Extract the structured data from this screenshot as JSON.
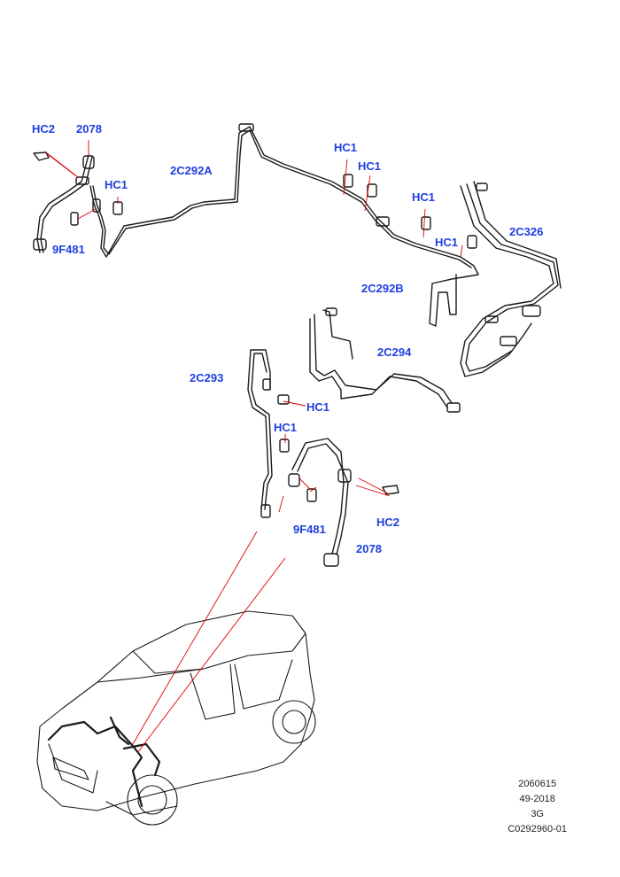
{
  "callouts": {
    "hc2_top": "HC2",
    "n2078_top": "2078",
    "hc1_left": "HC1",
    "n9f481_top": "9F481",
    "n2c292a": "2C292A",
    "hc1_mid_a": "HC1",
    "hc1_mid_b": "HC1",
    "hc1_right": "HC1",
    "hc1_right_b": "HC1",
    "n2c326": "2C326",
    "n2c292b": "2C292B",
    "n2c294": "2C294",
    "n2c293": "2C293",
    "hc1_lower_a": "HC1",
    "hc1_lower_b": "HC1",
    "n9f481_bottom": "9F481",
    "hc2_bottom": "HC2",
    "n2078_bottom": "2078"
  },
  "meta": {
    "line1": "2060615",
    "line2": "49-2018",
    "line3": "3G",
    "line4": "C0292960-01"
  },
  "colors": {
    "callout_text": "#1f3fe0",
    "leader_line": "#e00000",
    "drawing_line": "#1a1a1a"
  }
}
